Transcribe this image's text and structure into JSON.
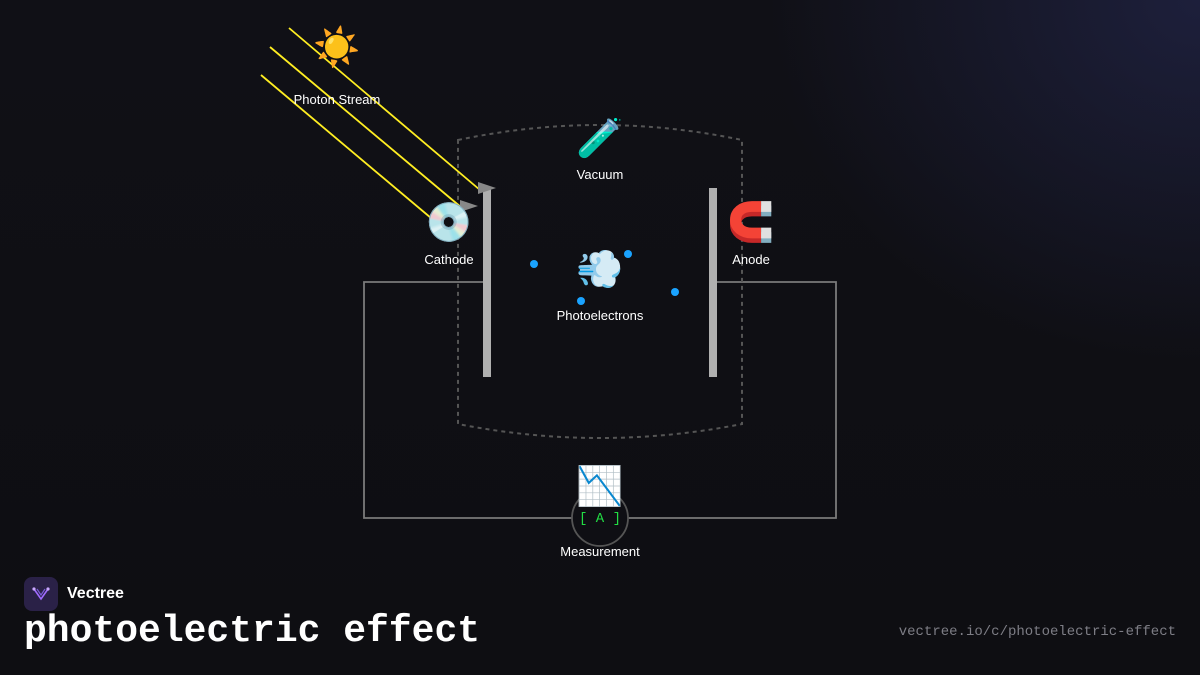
{
  "diagram": {
    "nodes": {
      "photon_stream": {
        "label": "Photon Stream",
        "icon": "sun-icon",
        "glyph": "☀️"
      },
      "vacuum": {
        "label": "Vacuum",
        "icon": "test-tube-icon",
        "glyph": "🧪"
      },
      "cathode": {
        "label": "Cathode",
        "icon": "disc-icon",
        "glyph": "💿"
      },
      "anode": {
        "label": "Anode",
        "icon": "magnet-icon",
        "glyph": "🧲"
      },
      "photoelectrons": {
        "label": "Photoelectrons",
        "icon": "dash-puff-icon",
        "glyph": "💨"
      },
      "measurement": {
        "label": "Measurement",
        "icon": "chart-decreasing-icon",
        "glyph": "📉",
        "meter_text": "[ A ]"
      }
    },
    "colors": {
      "light_ray": "#ffee22",
      "electron": "#1aa3ff",
      "electrode": "#b0b0b0",
      "wire": "#7a7a7a",
      "tube_outline": "#555555",
      "meter_text": "#22dd44"
    }
  },
  "footer": {
    "brand": "Vectree",
    "title": "photoelectric effect",
    "url": "vectree.io/c/photoelectric-effect"
  }
}
